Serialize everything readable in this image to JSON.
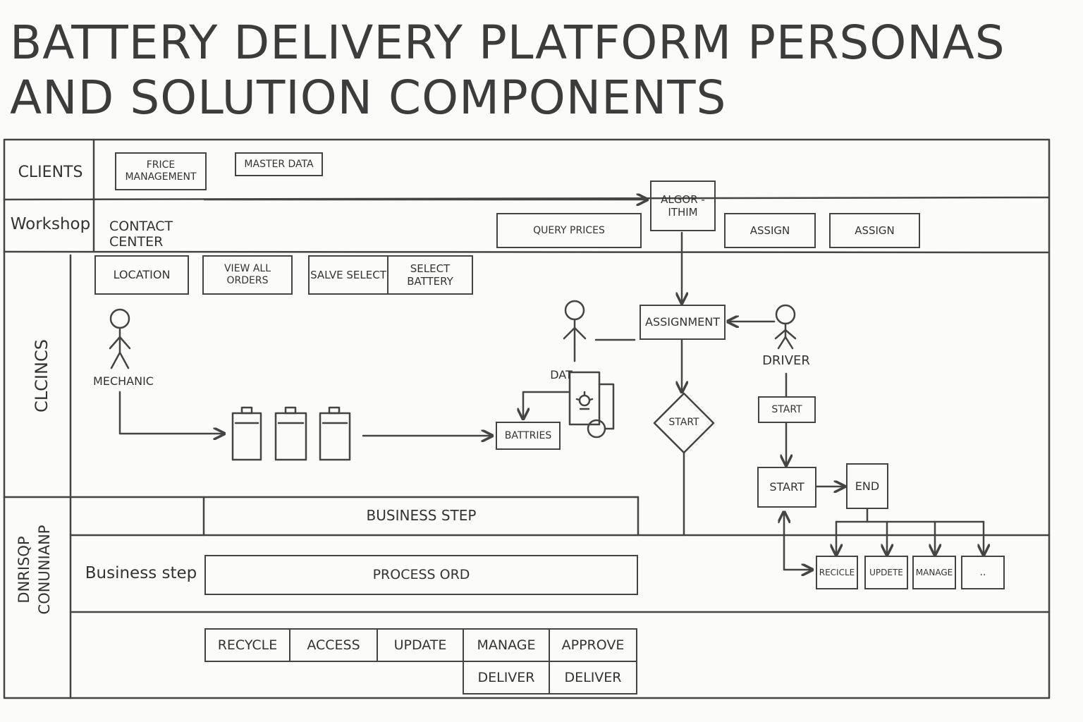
{
  "title": {
    "line1": "BATTERY DELIVERY PLATFORM PERSONAS",
    "line2": "AND SOLUTION COMPONENTS"
  },
  "lanes": {
    "clients": "CLIENTS",
    "workshop": "Workshop",
    "clinics": "CLCINCS",
    "bottom_a": "DNRISQP",
    "bottom_b": "CONUNIANP"
  },
  "boxes": {
    "price_management": "FRICE MANAGEMENT",
    "master_data": "MASTER DATA",
    "contact_center": "CONTACT CENTER",
    "query_prices": "QUERY PRICES",
    "algorithm": "ALGOR - ITHIM",
    "assign_1": "ASSIGN",
    "assign_2": "ASSIGN",
    "location": "LOCATION",
    "view_all_orders": "VIEW ALL ORDERS",
    "salve_select": "SALVE SELECT",
    "select_battery": "SELECT BATTERY",
    "assignment": "ASSIGNMENT",
    "batteries": "BATTRIES",
    "start_diamond": "START",
    "start_small": "START",
    "start_main": "START",
    "end": "END",
    "recycle_small": "RECICLE",
    "update_small": "UPDETE",
    "manage_small": "MANAGE",
    "more_small": ".."
  },
  "personas": {
    "mechanic": "MECHANIC",
    "dat": "DAT",
    "driver": "DRIVER"
  },
  "business": {
    "step_top": "BUSINESS STEP",
    "step_label": "Business step",
    "process": "PROCESS ORD"
  },
  "actions": {
    "recycle": "RECYCLE",
    "access": "ACCESS",
    "update": "UPDATE",
    "manage": "MANAGE",
    "approve": "APPROVE",
    "deliver_1": "DELIVER",
    "deliver_2": "DELIVER"
  },
  "colors": {
    "ink": "#444444",
    "background": "#fbfbf9"
  }
}
